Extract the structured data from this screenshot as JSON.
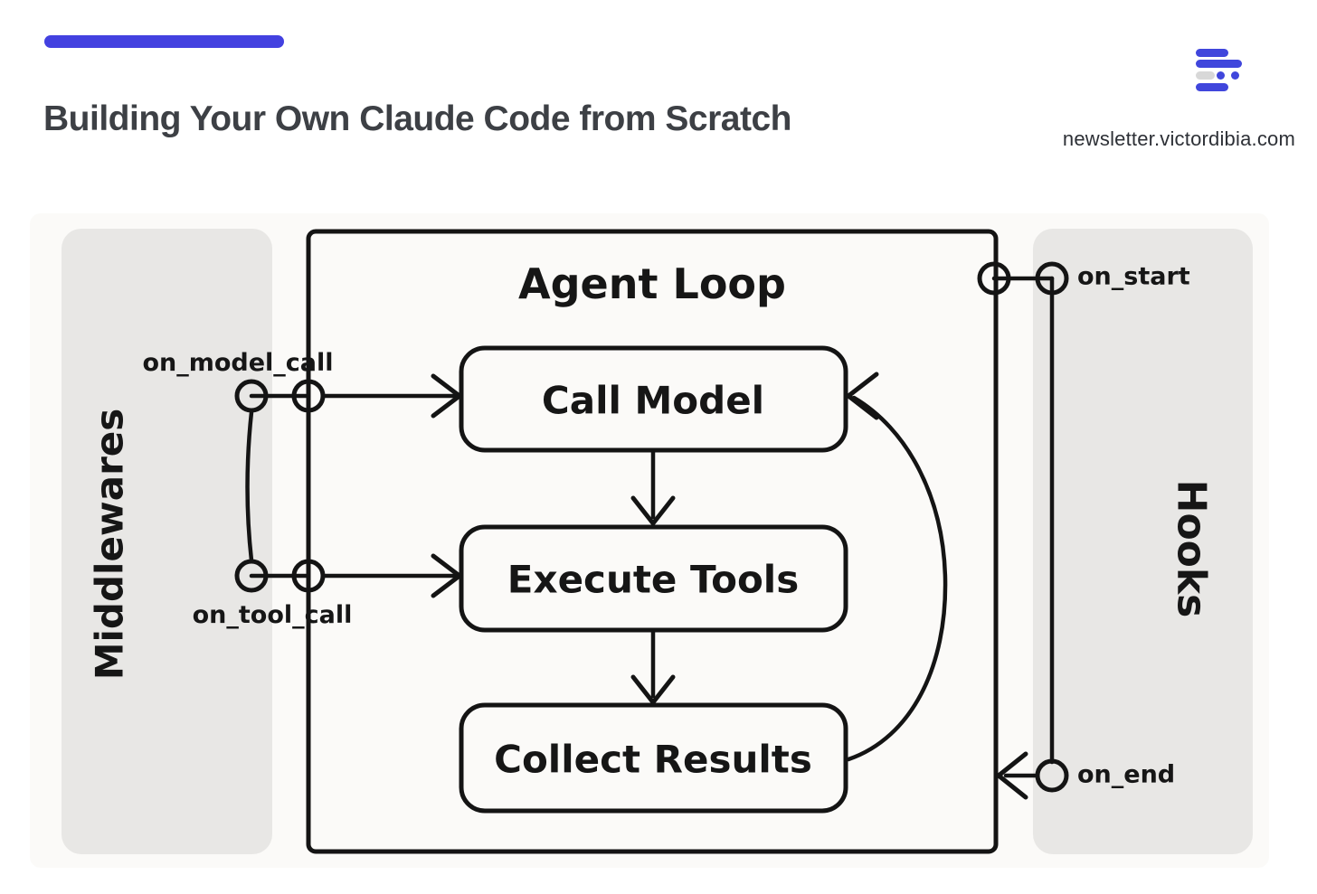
{
  "header": {
    "title": "Building Your Own Claude Code from Scratch",
    "site": "newsletter.victordibia.com",
    "accent_color": "#4341e0",
    "logo_blue": "#4046dc",
    "logo_gray": "#d8d8d8"
  },
  "diagram": {
    "agent_loop": {
      "title": "Agent Loop"
    },
    "boxes": [
      {
        "label": "Call Model"
      },
      {
        "label": "Execute Tools"
      },
      {
        "label": "Collect Results"
      }
    ],
    "middlewares": {
      "label": "Middlewares",
      "model_hook": "on_model_call",
      "tool_hook": "on_tool_call"
    },
    "hooks_panel": {
      "label": "Hooks",
      "start_hook": "on_start",
      "end_hook": "on_end"
    },
    "line_color": "#141414",
    "panel_fill": "#e8e7e5"
  }
}
